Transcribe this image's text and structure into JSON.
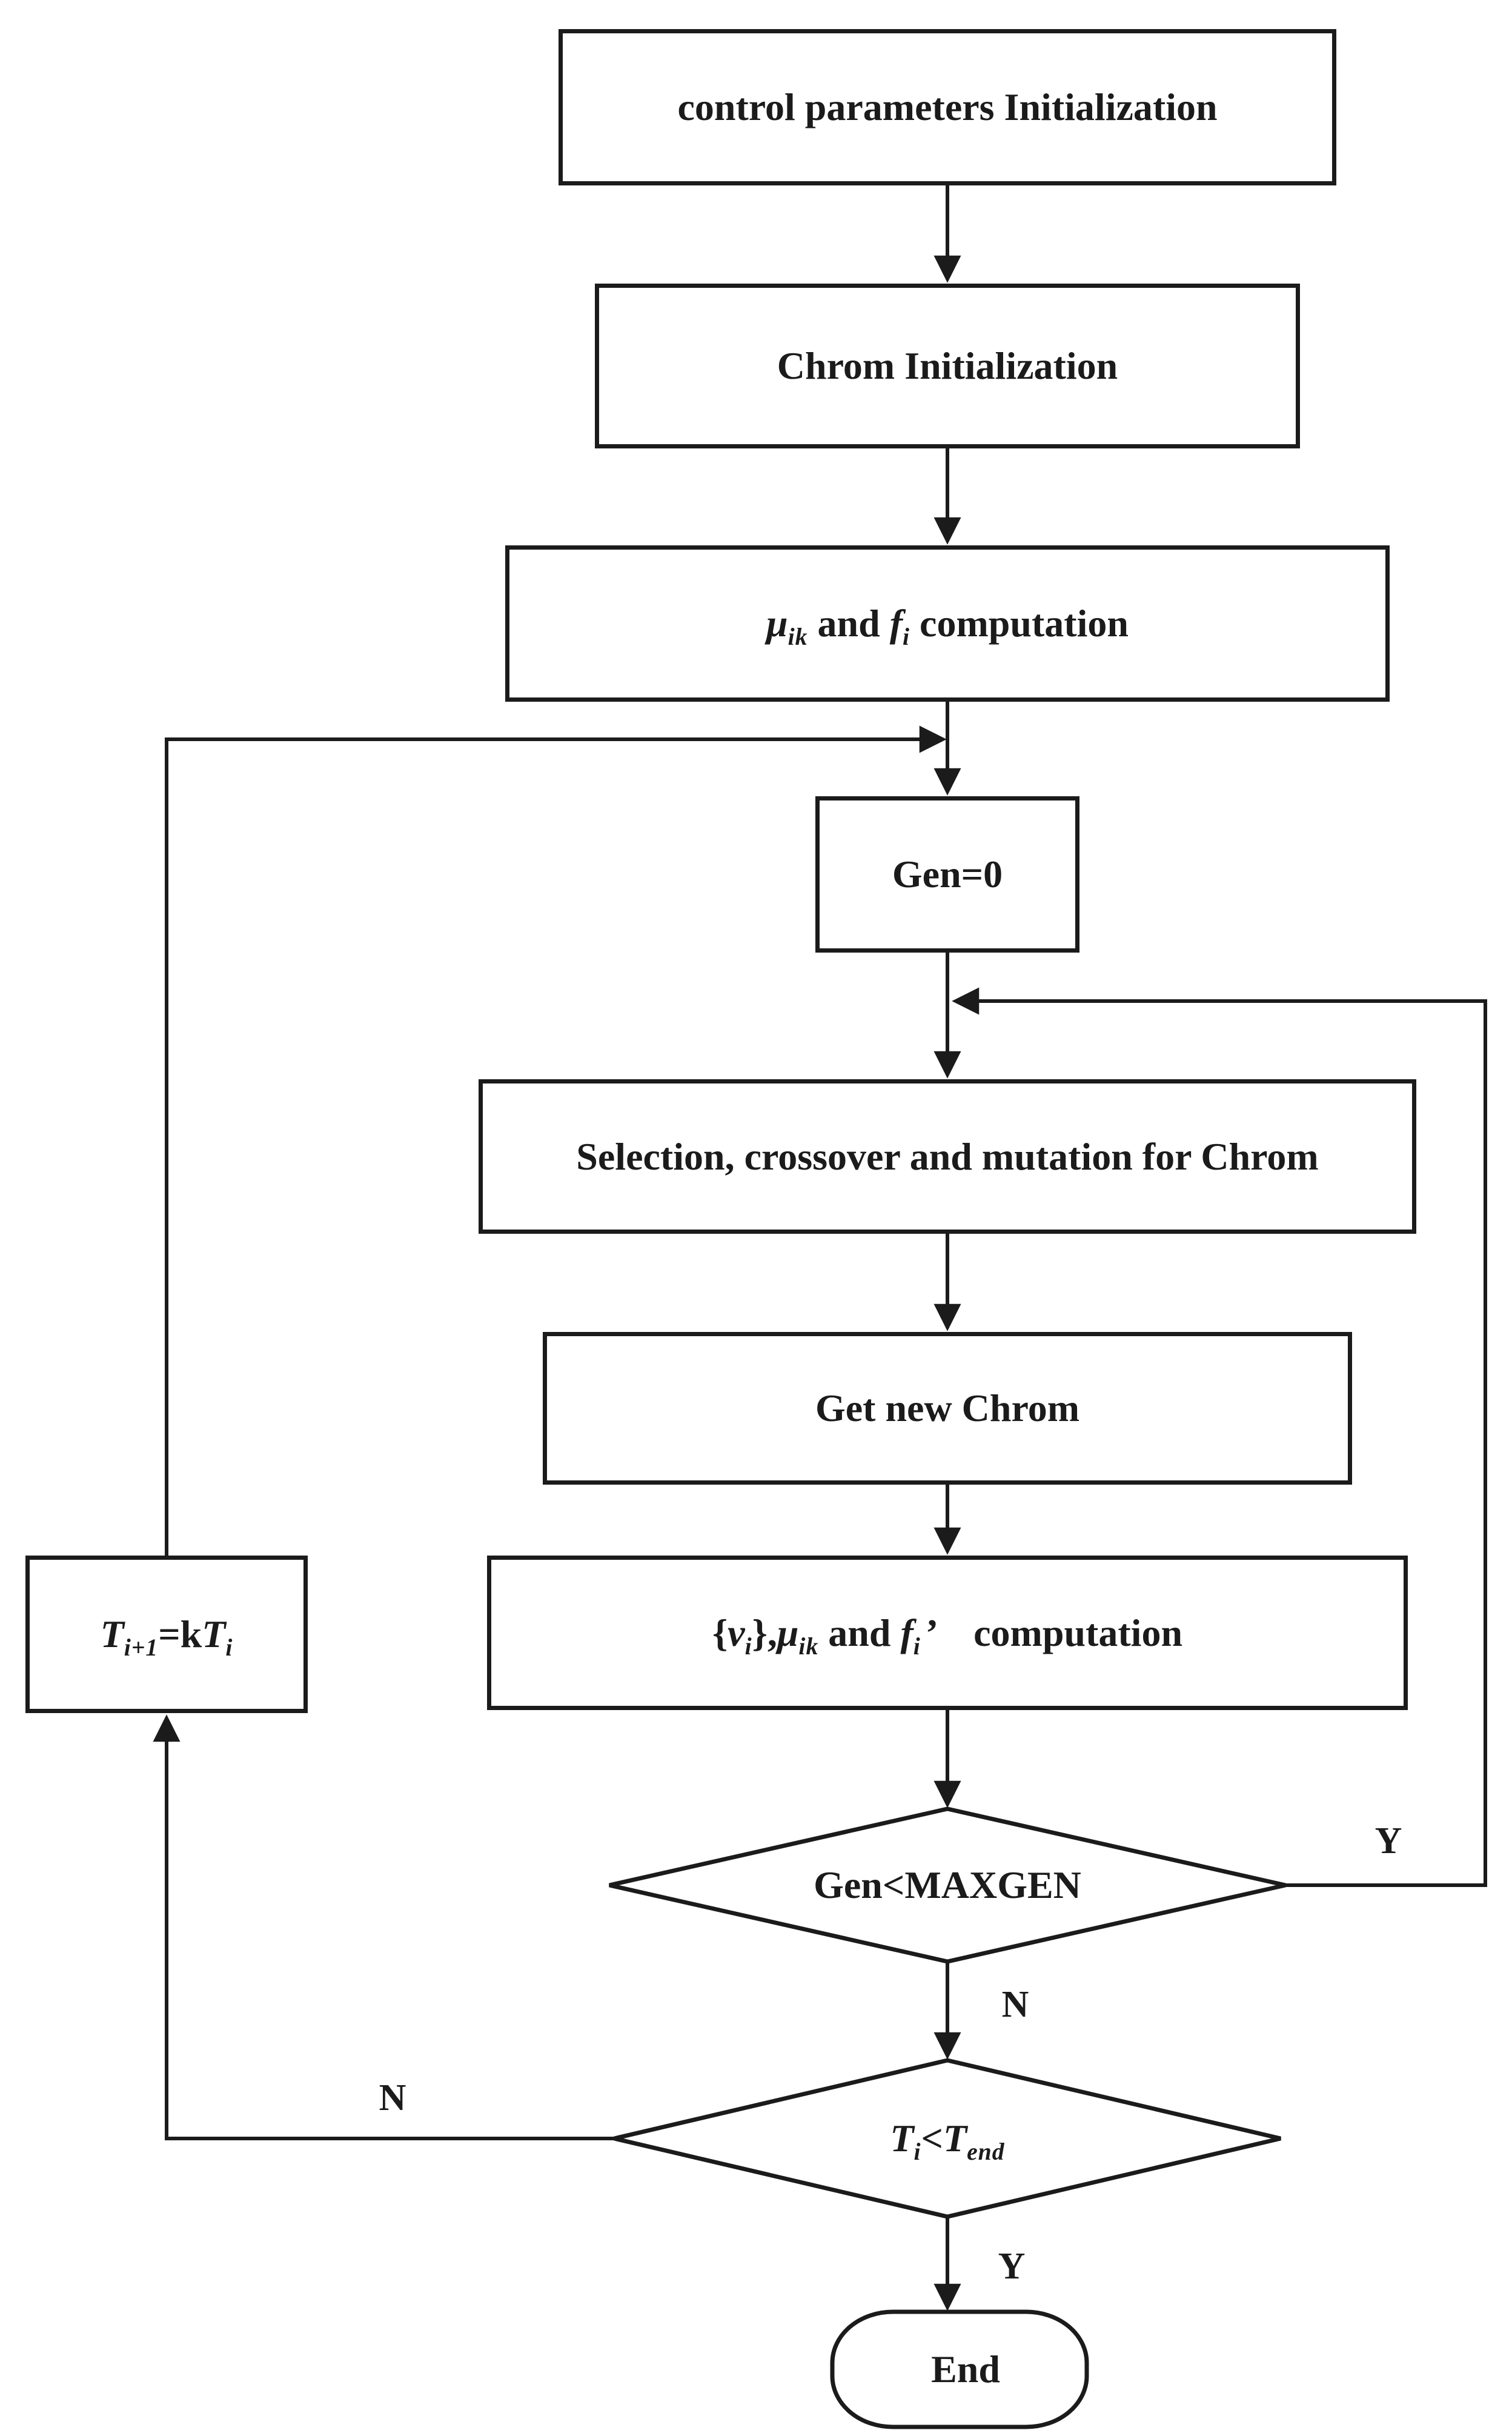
{
  "flowchart": {
    "nodes": {
      "control_init": {
        "label": "control parameters Initialization"
      },
      "chrom_init": {
        "label": "Chrom Initialization"
      },
      "mu_f_computation": {
        "mu": "μ",
        "mu_sub": "ik",
        "and": " and ",
        "f": "f",
        "f_sub": "i",
        "tail": " computation"
      },
      "gen_zero": {
        "label": "Gen=0"
      },
      "selection": {
        "label": "Selection, crossover and mutation for Chrom"
      },
      "get_new_chrom": {
        "label": "Get new Chrom"
      },
      "v_mu_f_computation": {
        "open": "{",
        "v": "v",
        "v_sub": "i",
        "close": "},",
        "mu": "μ",
        "mu_sub": "ik",
        "and": " and ",
        "f": "f",
        "f_sub": "i",
        "prime": "’",
        "tail": "computation"
      },
      "gen_check": {
        "label": "Gen<MAXGEN"
      },
      "temp_check": {
        "t1": "T",
        "t1_sub": "i",
        "op": "<",
        "t2": "T",
        "t2_sub": "end"
      },
      "temp_update": {
        "t1": "T",
        "t1_sub": "i+1",
        "op": "=k",
        "t2": "T",
        "t2_sub": "i"
      },
      "end": {
        "label": "End"
      }
    },
    "branch_labels": {
      "gen_check_yes": "Y",
      "gen_check_no": "N",
      "temp_check_no": "N",
      "temp_check_yes": "Y"
    },
    "colors": {
      "ink": "#1b1b1b",
      "background": "#ffffff"
    }
  }
}
